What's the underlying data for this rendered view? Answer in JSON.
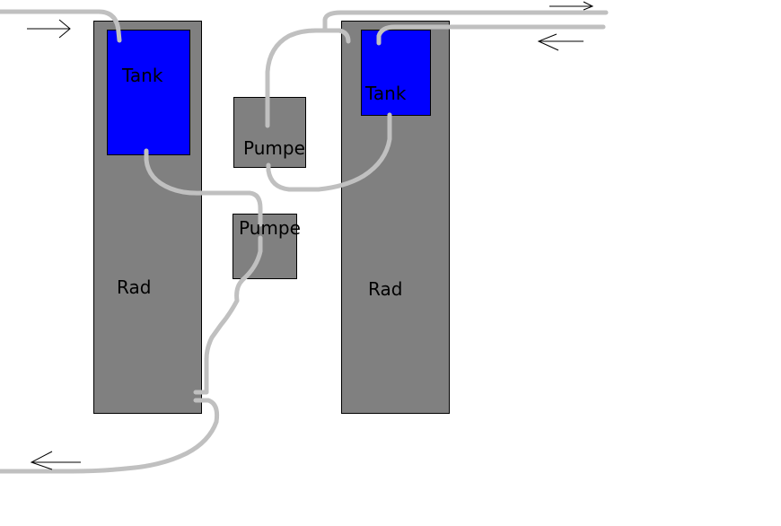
{
  "colors": {
    "background": "#ffffff",
    "radiator": "#808080",
    "tank": "#0000ff",
    "pump": "#808080",
    "tube": "#c0c0c0",
    "outline": "#000000"
  },
  "left_loop": {
    "radiator_label": "Rad",
    "tank_label": "Tank"
  },
  "right_loop": {
    "radiator_label": "Rad",
    "tank_label": "Tank"
  },
  "pumps": {
    "upper_label": "Pumpe",
    "lower_label": "Pumpe"
  }
}
